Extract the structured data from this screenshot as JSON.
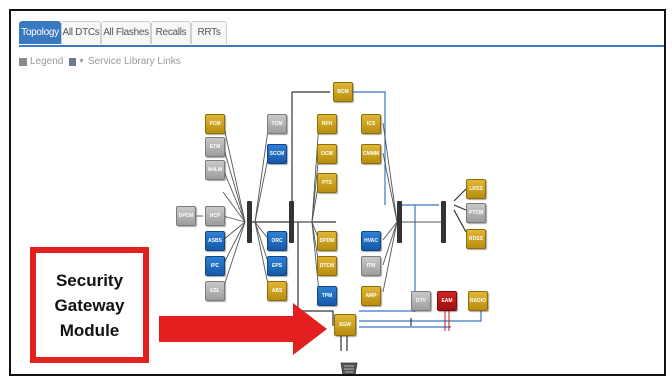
{
  "tabs": [
    {
      "label": "Topology",
      "active": true
    },
    {
      "label": "All DTCs",
      "active": false
    },
    {
      "label": "All Flashes",
      "active": false
    },
    {
      "label": "Recalls",
      "active": false
    },
    {
      "label": "RRTs",
      "active": false
    }
  ],
  "toolbar": {
    "legend_label": "Legend",
    "service_library_label": "Service Library Links"
  },
  "modules": {
    "bcm": "BCM",
    "rfh": "RFH",
    "ics": "ICS",
    "ocm": "OCM",
    "cmmm": "CMMM",
    "pts": "PTS",
    "pcm": "PCM",
    "tcm": "TCM",
    "etm": "ETM",
    "sccm": "SCCM",
    "ahlm": "AHLM",
    "hcp": "HCP",
    "dpcm": "DPCM",
    "asbs": "ASBS",
    "orc": "ORC",
    "ipc": "IPC",
    "eps": "EPS",
    "esl": "ESL",
    "abs": "ABS",
    "dpdm": "DPDM",
    "hvac": "HVAC",
    "dtcm": "DTCM",
    "itm": "ITM",
    "tpm": "TPM",
    "amp": "AMP",
    "lrss": "LRSS",
    "ptcm": "PTCM",
    "rdss": "RDSS",
    "dtv": "DTV",
    "eam": "EAM",
    "radio": "RADIO",
    "sgw": "SGW"
  },
  "callout": {
    "line1": "Security",
    "line2": "Gateway",
    "line3": "Module",
    "color": "#e41f1f"
  },
  "colors": {
    "active_tab": "#3b78c2",
    "gold": "#c9a01e",
    "blue": "#1f6bc2",
    "gray": "#a8a8a8",
    "red": "#b81414"
  }
}
